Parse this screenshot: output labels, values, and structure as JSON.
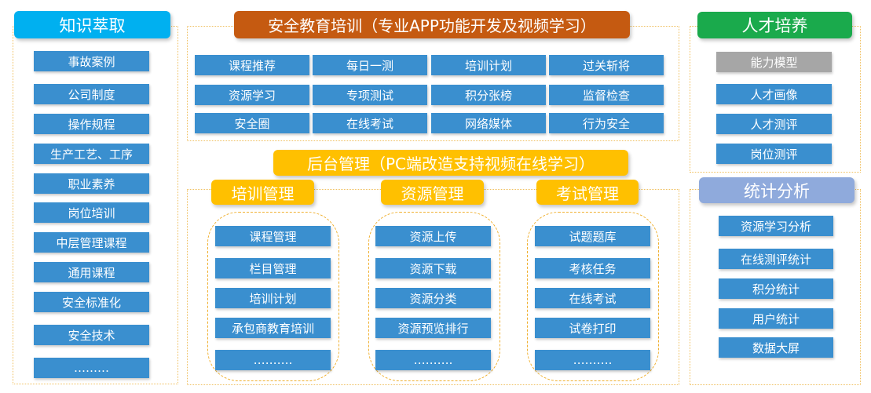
{
  "knowledge": {
    "title": "知识萃取",
    "items": [
      "事故案例",
      "公司制度",
      "操作规程",
      "生产工艺、工序",
      "职业素养",
      "岗位培训",
      "中层管理课程",
      "通用课程",
      "安全标准化",
      "安全技术",
      "………"
    ]
  },
  "training_app": {
    "title": "安全教育培训（专业APP功能开发及视频学习）",
    "rows": [
      [
        "课程推荐",
        "每日一测",
        "培训计划",
        "过关斩将"
      ],
      [
        "资源学习",
        "专项测试",
        "积分张榜",
        "监督检查"
      ],
      [
        "安全圈",
        "在线考试",
        "网络媒体",
        "行为安全"
      ]
    ]
  },
  "backend": {
    "title": "后台管理（PC端改造支持视频在线学习）",
    "groups": [
      {
        "title": "培训管理",
        "items": [
          "课程管理",
          "栏目管理",
          "培训计划",
          "承包商教育培训",
          "………."
        ]
      },
      {
        "title": "资源管理",
        "items": [
          "资源上传",
          "资源下载",
          "资源分类",
          "资源预览排行",
          "………."
        ]
      },
      {
        "title": "考试管理",
        "items": [
          "试题题库",
          "考核任务",
          "在线考试",
          "试卷打印",
          "………."
        ]
      }
    ]
  },
  "talent": {
    "title": "人才培养",
    "items": [
      "能力模型",
      "人才画像",
      "人才测评",
      "岗位测评"
    ]
  },
  "stats": {
    "title": "统计分析",
    "items": [
      "资源学习分析",
      "在线测评统计",
      "积分统计",
      "用户统计",
      "数据大屏"
    ]
  },
  "colors": {
    "box_blue": "#3a8fcf",
    "box_grey": "#a6a6a6",
    "header_orange": "#c55a11",
    "header_yellow": "#ffc000",
    "header_green": "#1aaa4c",
    "header_cyan": "#00b0f0",
    "header_lavender": "#8faadc",
    "frame_line": "#f0c060"
  }
}
